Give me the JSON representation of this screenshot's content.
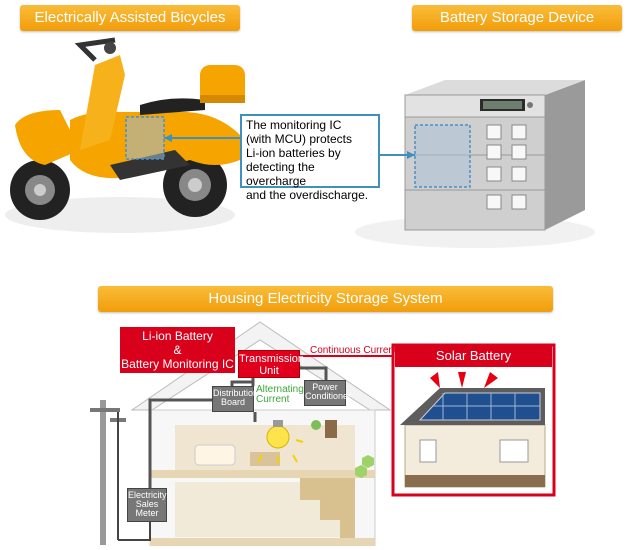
{
  "banners": {
    "bikes": "Electrically Assisted Bicycles",
    "battery_device": "Battery Storage Device",
    "housing": "Housing Electricity Storage System"
  },
  "callout": {
    "lines": [
      "The monitoring IC",
      "(with MCU) protects",
      "Li-ion batteries by",
      "detecting the overcharge",
      "and the overdischarge."
    ]
  },
  "housing": {
    "liion_lines": [
      "Li-ion Battery",
      "&",
      "Battery Monitoring IC"
    ],
    "transmission_lines": [
      "Transmission",
      "Unit"
    ],
    "continuous_current": "Continuous Current",
    "solar_battery": "Solar Battery",
    "distribution_lines": [
      "Distribution",
      "Board"
    ],
    "alternating_lines": [
      "Alternating",
      "Current"
    ],
    "power_conditioner_lines": [
      "Power",
      "Conditioner"
    ],
    "meter_lines": [
      "Electricity",
      "Sales",
      "Meter"
    ]
  },
  "colors": {
    "banner": "#f4a51c",
    "red_box": "#d9001b",
    "callout_border": "#3f8fc0",
    "alternating_text": "#3aa935",
    "continuous_text": "#d9001b"
  },
  "icons": [
    "scooter-illustration",
    "battery-rack-illustration",
    "house-cutaway-illustration",
    "solar-panel-illustration",
    "light-bulb-icon",
    "utility-pole-icon"
  ]
}
